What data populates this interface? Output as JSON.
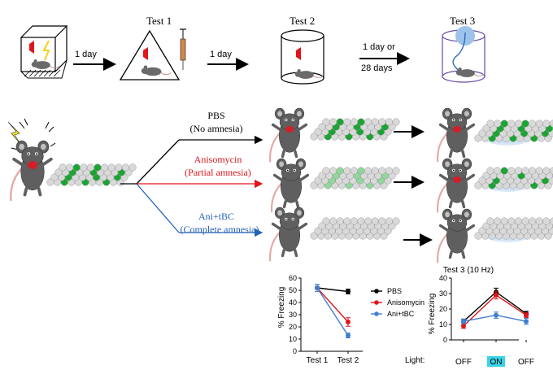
{
  "timeline": {
    "step1_label": "1 day",
    "test1_label": "Test 1",
    "step2_label": "1 day",
    "test2_label": "Test 2",
    "step3_line1": "1 day or",
    "step3_line2": "28 days",
    "test3_label": "Test 3"
  },
  "branches": [
    {
      "line1": "PBS",
      "line2": "(No amnesia)",
      "color": "#000000"
    },
    {
      "line1": "Anisomycin",
      "line2": "(Partial amnesia)",
      "color": "#e0161b"
    },
    {
      "line1": "Ani+tBC",
      "line2": "(Complete amnesia)",
      "color": "#2563b8"
    }
  ],
  "colors": {
    "mouse": "#5f5f5f",
    "engram_active": "#1aa532",
    "engram_faint": "#7fd08a",
    "cell": "#d6d6d6",
    "light_glow": "#9ec3ea",
    "on_highlight": "#36d4e6"
  },
  "chart_data": [
    {
      "type": "line",
      "title": "",
      "xlabel": "",
      "ylabel": "% Freezing",
      "categories": [
        "Test 1",
        "Test 2"
      ],
      "ylim": [
        0,
        60
      ],
      "yticks": [
        "0",
        "10",
        "20",
        "30",
        "40",
        "50",
        "60"
      ],
      "series": [
        {
          "name": "PBS",
          "color": "#000000",
          "values": [
            52,
            49
          ],
          "errors": [
            3,
            2
          ]
        },
        {
          "name": "Anisomycin",
          "color": "#e0161b",
          "values": [
            52,
            24
          ],
          "errors": [
            3,
            3.5
          ]
        },
        {
          "name": "Ani+tBC",
          "color": "#3f7fd0",
          "values": [
            52,
            13
          ],
          "errors": [
            3,
            2
          ]
        }
      ],
      "legend_position": "right"
    },
    {
      "type": "line",
      "title": "Test 3 (10 Hz)",
      "xlabel": "",
      "ylabel": "% Freezing",
      "light_label": "Light:",
      "categories": [
        "OFF",
        "ON",
        "OFF"
      ],
      "ylim": [
        0,
        40
      ],
      "yticks": [
        "0",
        "10",
        "20",
        "30",
        "40"
      ],
      "series": [
        {
          "name": "PBS",
          "color": "#000000",
          "values": [
            12,
            31,
            17
          ],
          "errors": [
            1.5,
            2.5,
            1.5
          ]
        },
        {
          "name": "Anisomycin",
          "color": "#e0161b",
          "values": [
            9,
            29,
            16
          ],
          "errors": [
            1.5,
            2.5,
            1.5
          ]
        },
        {
          "name": "Ani+tBC",
          "color": "#3f7fd0",
          "values": [
            12,
            16,
            12
          ],
          "errors": [
            1.5,
            2,
            2
          ]
        }
      ]
    }
  ]
}
